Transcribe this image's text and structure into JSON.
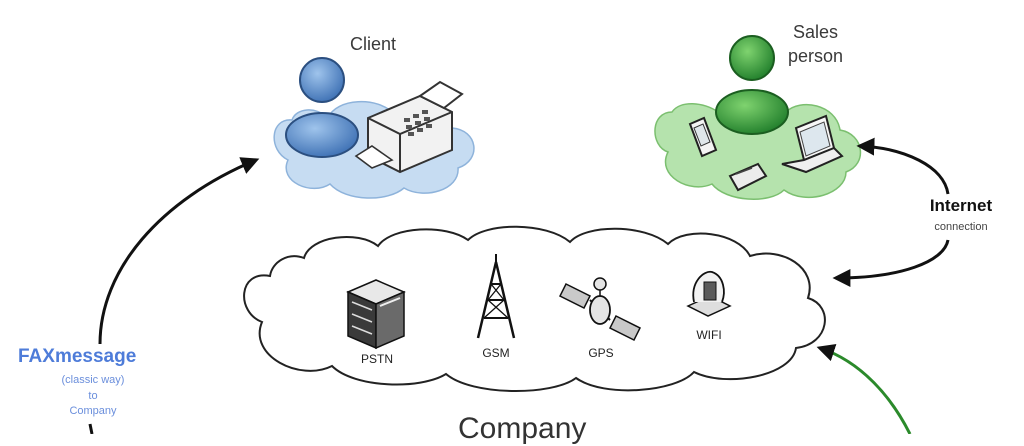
{
  "client": {
    "label": "Client"
  },
  "sales_person": {
    "label_line1": "Sales",
    "label_line2": "person"
  },
  "internet": {
    "label": "Internet",
    "sublabel": "connection"
  },
  "company_cloud": {
    "items": [
      {
        "label": "PSTN",
        "icon": "server-icon"
      },
      {
        "label": "GSM",
        "icon": "antenna-tower-icon"
      },
      {
        "label": "GPS",
        "icon": "satellite-icon"
      },
      {
        "label": "WIFI",
        "icon": "wifi-router-icon"
      }
    ]
  },
  "fax": {
    "label": "FAXmessage",
    "sub_line1": "(classic way)",
    "sub_line2": "to",
    "sub_line3": "Company"
  },
  "company": {
    "label": "Company"
  },
  "colors": {
    "client_cloud": "#c6dcf2",
    "sales_cloud": "#b5e3ad",
    "client_person": "#4f86c6",
    "sales_person": "#2e9b3a",
    "fax_text": "#4e7cd9",
    "green_arrow": "#2b8a2b"
  }
}
